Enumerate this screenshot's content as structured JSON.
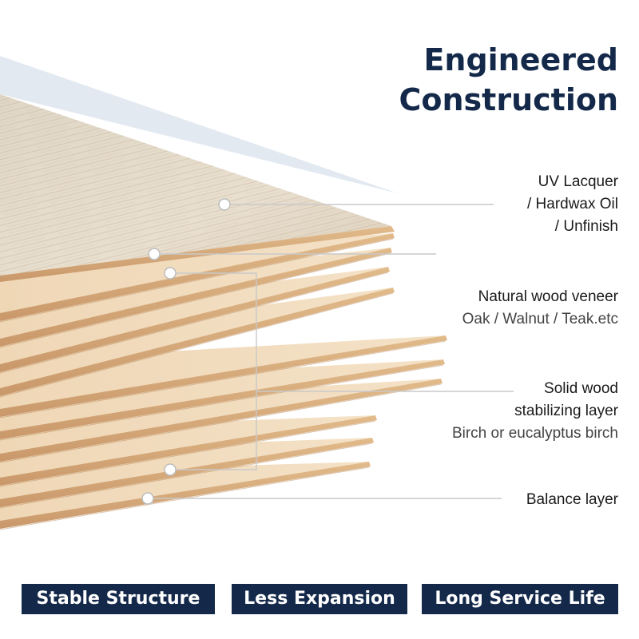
{
  "title": {
    "line1": "Engineered",
    "line2": "Construction"
  },
  "callouts": {
    "uv": {
      "line1": "UV Lacquer",
      "line2": "/ Hardwax Oil",
      "line3": "/ Unfinish"
    },
    "veneer": {
      "line1": "Natural wood veneer",
      "line2": "Oak / Walnut / Teak.etc"
    },
    "solid": {
      "line1": "Solid wood",
      "line2": "stabilizing layer",
      "line3": "Birch or eucalyptus birch"
    },
    "balance": {
      "line1": "Balance layer"
    }
  },
  "badges": [
    "Stable Structure",
    "Less Expansion",
    "Long Service Life"
  ],
  "colors": {
    "navy": "#14294a",
    "wood_light": "#ecd2b0",
    "wood_edge": "#d7ae80",
    "coating": "#dfe7ee"
  }
}
